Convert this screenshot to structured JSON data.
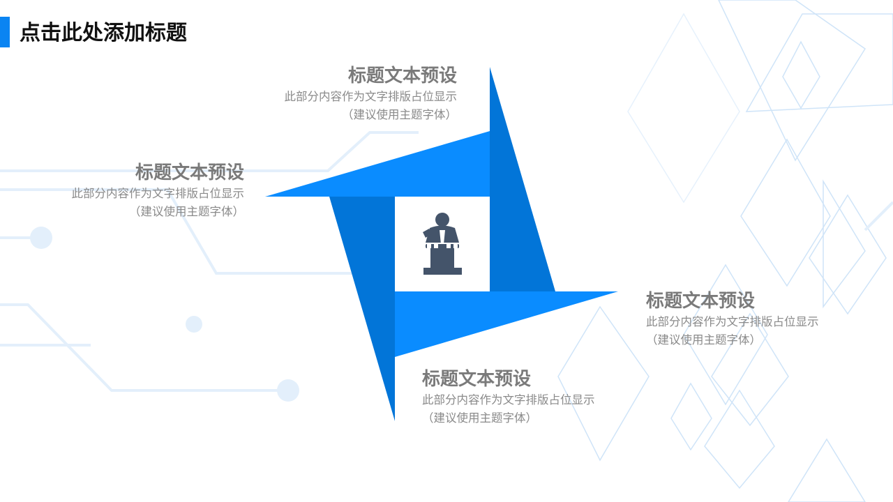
{
  "slide": {
    "title": "点击此处添加标题"
  },
  "colors": {
    "accent": "#0a84f2",
    "blade_light": "#0a8cff",
    "blade_dark": "#0275d8",
    "icon": "#44546a"
  },
  "blocks": [
    {
      "heading": "标题文本预设",
      "line1": "此部分内容作为文字排版占位显示",
      "line2": "（建议使用主题字体）"
    },
    {
      "heading": "标题文本预设",
      "line1": "此部分内容作为文字排版占位显示",
      "line2": "（建议使用主题字体）"
    },
    {
      "heading": "标题文本预设",
      "line1": "此部分内容作为文字排版占位显示",
      "line2": "（建议使用主题字体）"
    },
    {
      "heading": "标题文本预设",
      "line1": "此部分内容作为文字排版占位显示",
      "line2": "（建议使用主题字体）"
    }
  ],
  "center_icon": "speaker-at-podium-icon"
}
